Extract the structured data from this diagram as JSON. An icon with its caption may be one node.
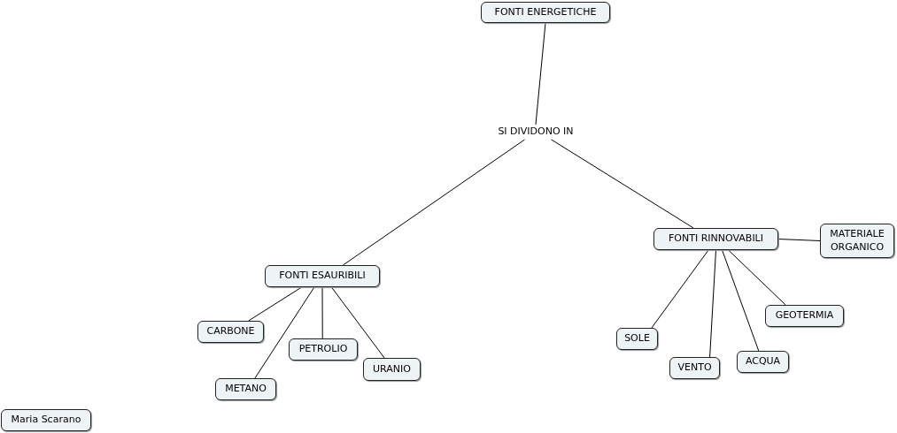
{
  "diagram": {
    "nodes": [
      {
        "text": [
          "FONTI ENERGETICHE"
        ]
      },
      {
        "text": [
          "SI DIVIDONO IN"
        ]
      },
      {
        "text": [
          "FONTI RINNOVABILI"
        ]
      },
      {
        "text": [
          "MATERIALE ORGANICO"
        ]
      },
      {
        "text": [
          "FONTI ESAURIBILI"
        ]
      },
      {
        "text": [
          "GEOTERMIA"
        ]
      },
      {
        "text": [
          "CARBONE"
        ]
      },
      {
        "text": [
          "SOLE"
        ]
      },
      {
        "text": [
          "PETROLIO"
        ]
      },
      {
        "text": [
          "ACQUA"
        ]
      },
      {
        "text": [
          "URANIO"
        ]
      },
      {
        "text": [
          "VENTO"
        ]
      },
      {
        "text": [
          "METANO"
        ]
      },
      {
        "text": [
          "Maria Scarano"
        ]
      }
    ],
    "edges": [
      {
        "from": 0,
        "to": 1,
        "arrow": "none"
      },
      {
        "from": 1,
        "to": 4,
        "arrow": "none"
      },
      {
        "from": 1,
        "to": 2,
        "arrow": "none"
      },
      {
        "from": 2,
        "to": 3,
        "arrow": "none"
      },
      {
        "from": 4,
        "to": 6,
        "arrow": "none"
      },
      {
        "from": 4,
        "to": 12,
        "arrow": "none"
      },
      {
        "from": 4,
        "to": 8,
        "arrow": "none"
      },
      {
        "from": 4,
        "to": 10,
        "arrow": "none"
      },
      {
        "from": 2,
        "to": 7,
        "arrow": "none"
      },
      {
        "from": 2,
        "to": 11,
        "arrow": "none"
      },
      {
        "from": 2,
        "to": 9,
        "arrow": "none"
      },
      {
        "from": 2,
        "to": 5,
        "arrow": "none"
      }
    ]
  }
}
